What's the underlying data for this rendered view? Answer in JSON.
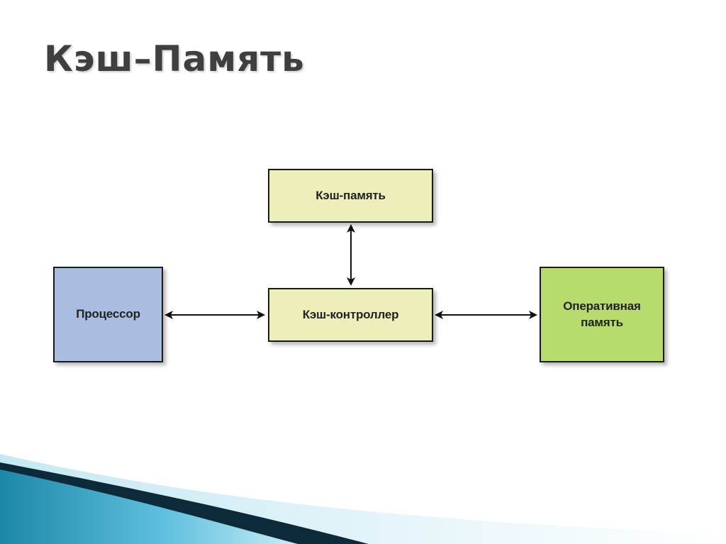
{
  "slide": {
    "title": "Кэш–Память"
  },
  "diagram": {
    "nodes": {
      "cache_memory": {
        "label": "Кэш-память",
        "fill": "#eeeebb"
      },
      "cache_controller": {
        "label": "Кэш-контроллер",
        "fill": "#eeeebb"
      },
      "processor": {
        "label": "Процессор",
        "fill": "#a9bde0"
      },
      "ram": {
        "label": "Оперативная\nпамять",
        "fill": "#b7dc6d"
      }
    },
    "edges": [
      {
        "from": "processor",
        "to": "cache_controller",
        "direction": "both"
      },
      {
        "from": "cache_controller",
        "to": "ram",
        "direction": "both"
      },
      {
        "from": "cache_memory",
        "to": "cache_controller",
        "direction": "both"
      }
    ]
  },
  "theme": {
    "accent_dark": "#0d2a3a",
    "accent_teal": "#1d87a8",
    "accent_light": "#8fd1e6"
  }
}
